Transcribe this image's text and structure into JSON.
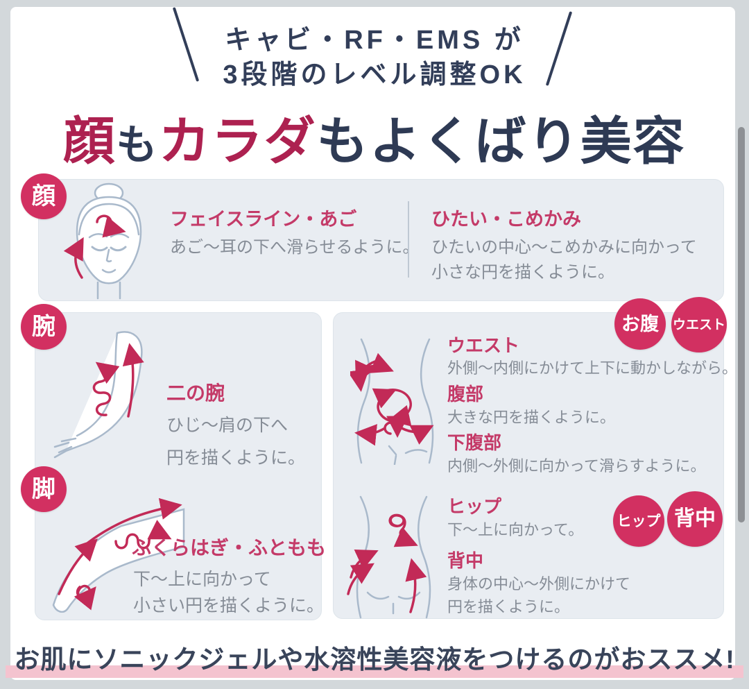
{
  "callout": {
    "line1": "キャビ・RF・EMS が",
    "line2": "3段階のレベル調整OK"
  },
  "title": {
    "seg1": "顔",
    "seg2": "も",
    "seg3": "カラダ",
    "seg4": "もよくばり美容"
  },
  "sections": {
    "face": {
      "badge": "顔",
      "left": {
        "heading": "フェイスライン・あご",
        "line1": "あご〜耳の下へ滑らせるように。"
      },
      "right": {
        "heading": "ひたい・こめかみ",
        "line1": "ひたいの中心〜こめかみに向かって",
        "line2": "小さな円を描くように。"
      }
    },
    "arm": {
      "badge": "腕",
      "heading": "二の腕",
      "line1": "ひじ〜肩の下へ",
      "line2": "円を描くように。"
    },
    "leg": {
      "badge": "脚",
      "heading": "ふくらはぎ・ふともも",
      "line1": "下〜上に向かって",
      "line2": "小さい円を描くように。"
    },
    "belly": {
      "badge1": "お腹",
      "badge2": "ウエスト",
      "item1": {
        "heading": "ウエスト",
        "line1": "外側〜内側にかけて上下に動かしながら。"
      },
      "item2": {
        "heading": "腹部",
        "line1": "大きな円を描くように。"
      },
      "item3": {
        "heading": "下腹部",
        "line1": "内側〜外側に向かって滑らすように。"
      }
    },
    "hip": {
      "badge1": "ヒップ",
      "badge2": "背中",
      "item1": {
        "heading": "ヒップ",
        "line1": "下〜上に向かって。"
      },
      "item2": {
        "heading": "背中",
        "line1": "身体の中心〜外側にかけて",
        "line2": "円を描くように。"
      }
    }
  },
  "footer": {
    "text": "お肌にソニックジェルや水溶性美容液をつけるのがおススメ!"
  },
  "colors": {
    "accent_crimson": "#d23061",
    "title_crimson": "#ad2150",
    "navy": "#2e3a54",
    "heading_pink": "#c43a68",
    "body_gray": "#858c96",
    "panel_bg": "#e9edf2",
    "highlight_pink": "#f4c3cf",
    "frame_gray": "#d3d8db",
    "illustration_stroke": "#a9b9cb",
    "arrow_crimson": "#c22a57"
  }
}
